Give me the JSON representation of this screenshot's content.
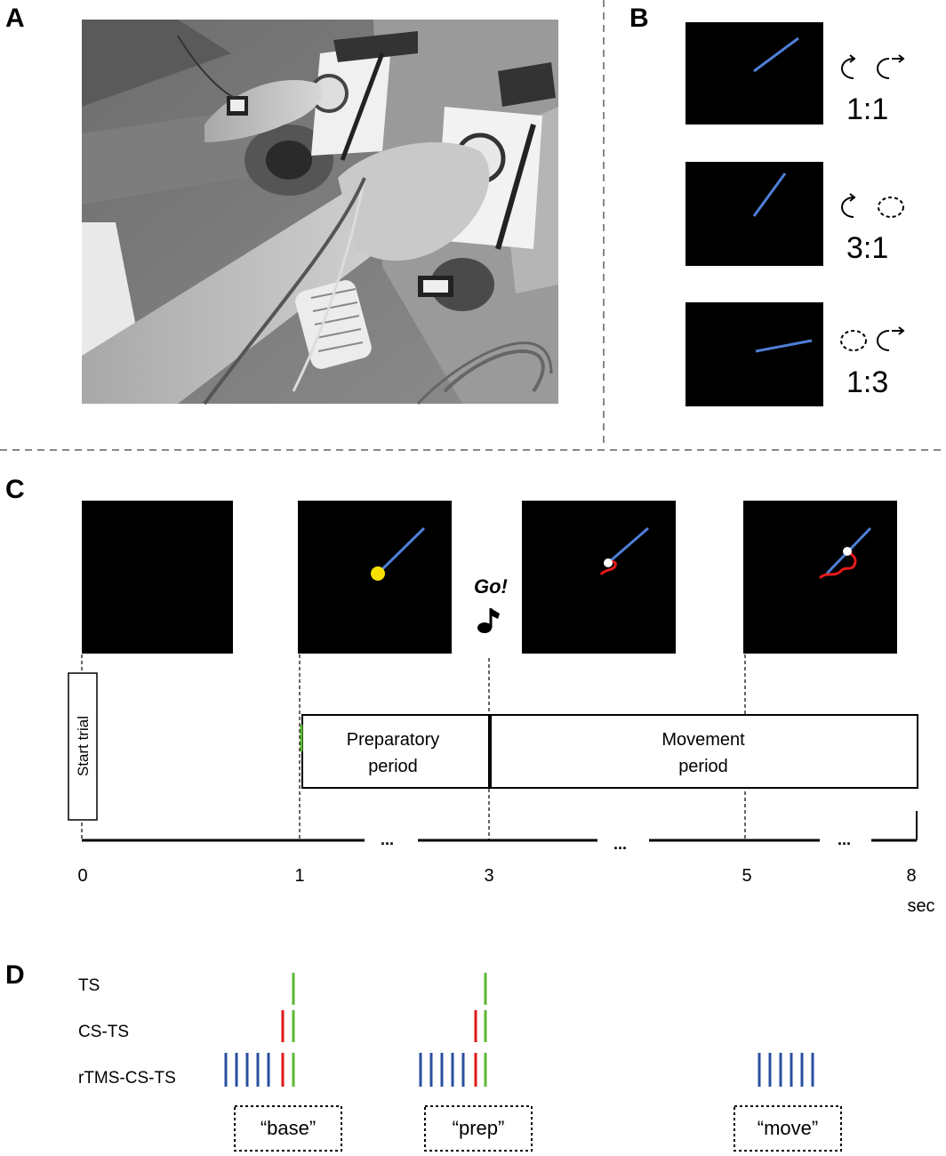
{
  "panels": {
    "a": "A",
    "b": "B",
    "c": "C",
    "d": "D"
  },
  "panel_b": {
    "ratios": [
      "1:1",
      "3:1",
      "1:3"
    ]
  },
  "panel_c": {
    "go": "Go!",
    "start_trial": "Start trial",
    "preparatory": [
      "Preparatory",
      "period"
    ],
    "movement": [
      "Movement",
      "period"
    ],
    "ticks": [
      "0",
      "1",
      "3",
      "5",
      "8"
    ],
    "unit": "sec",
    "ellipsis": "..."
  },
  "panel_d": {
    "rows": [
      "TS",
      "CS-TS",
      "rTMS-CS-TS"
    ],
    "boxes": [
      "“base”",
      "“prep”",
      "“move”"
    ]
  },
  "colors": {
    "line_blue": "#4f7fd6",
    "pulse_blue": "#2a4fa0",
    "pulse_red": "#e01818",
    "pulse_green": "#5cb833",
    "cursor_yellow": "#f5e000",
    "trace_red": "#e41b1b"
  }
}
